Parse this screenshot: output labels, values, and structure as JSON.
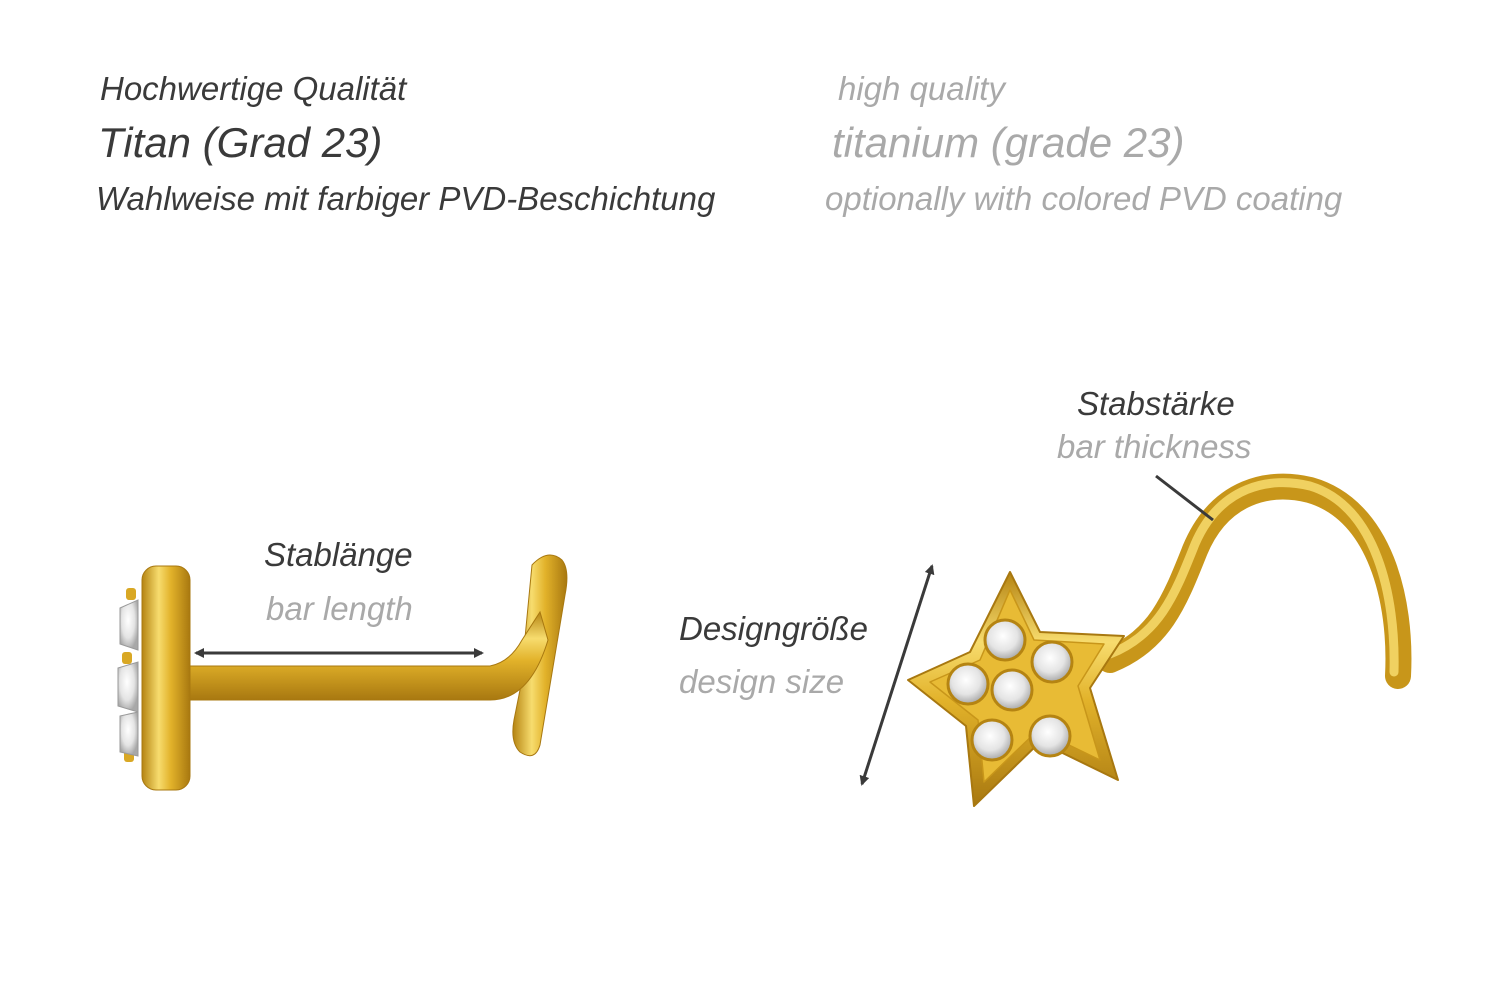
{
  "header": {
    "de": {
      "quality": "Hochwertige Qualität",
      "material": "Titan (Grad 23)",
      "coating": "Wahlweise mit farbiger PVD-Beschichtung"
    },
    "en": {
      "quality": "high quality",
      "material": "titanium (grade 23)",
      "coating": "optionally with colored PVD coating"
    }
  },
  "labels": {
    "bar_length": {
      "de": "Stablänge",
      "en": "bar length"
    },
    "design_size": {
      "de": "Designgröße",
      "en": "design size"
    },
    "bar_thickness": {
      "de": "Stabstärke",
      "en": "bar thickness"
    }
  },
  "colors": {
    "gold": "#e2b22a",
    "gold_light": "#f7dc6e",
    "gold_dark": "#b58412",
    "label_dark": "#3a3a3a",
    "label_light": "#a9a9a9",
    "arrow": "#3a3a3a"
  }
}
